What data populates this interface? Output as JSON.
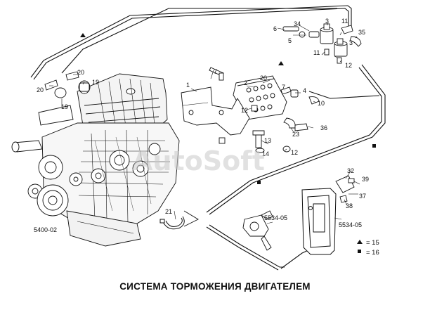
{
  "caption": "СИСТЕМА ТОРМОЖЕНИЯ ДВИГАТЕЛЕМ",
  "watermark": "AutoSoft",
  "labels": {
    "engine_ref": "5400-02",
    "ref_5534_a": "5534-05",
    "ref_5534_b": "5534-05",
    "n1": "1",
    "n2": "2",
    "n3a": "3",
    "n3b": "3",
    "n4": "4",
    "n5": "5",
    "n6": "6",
    "n7a": "7",
    "n7b": "7",
    "n10": "10",
    "n11a": "11",
    "n11b": "11",
    "n12a": "12",
    "n12b": "12",
    "n12c": "12",
    "n13": "13",
    "n14": "14",
    "n19a": "19",
    "n19b": "19",
    "n20a": "20",
    "n20b": "20",
    "n20c": "20",
    "n21": "21",
    "n23": "23",
    "n32": "32",
    "n34": "34",
    "n35": "35",
    "n36": "36",
    "n37": "37",
    "n38": "38",
    "n39": "39"
  },
  "legend": {
    "triangle_text": "= 15",
    "square_text": "= 16"
  }
}
